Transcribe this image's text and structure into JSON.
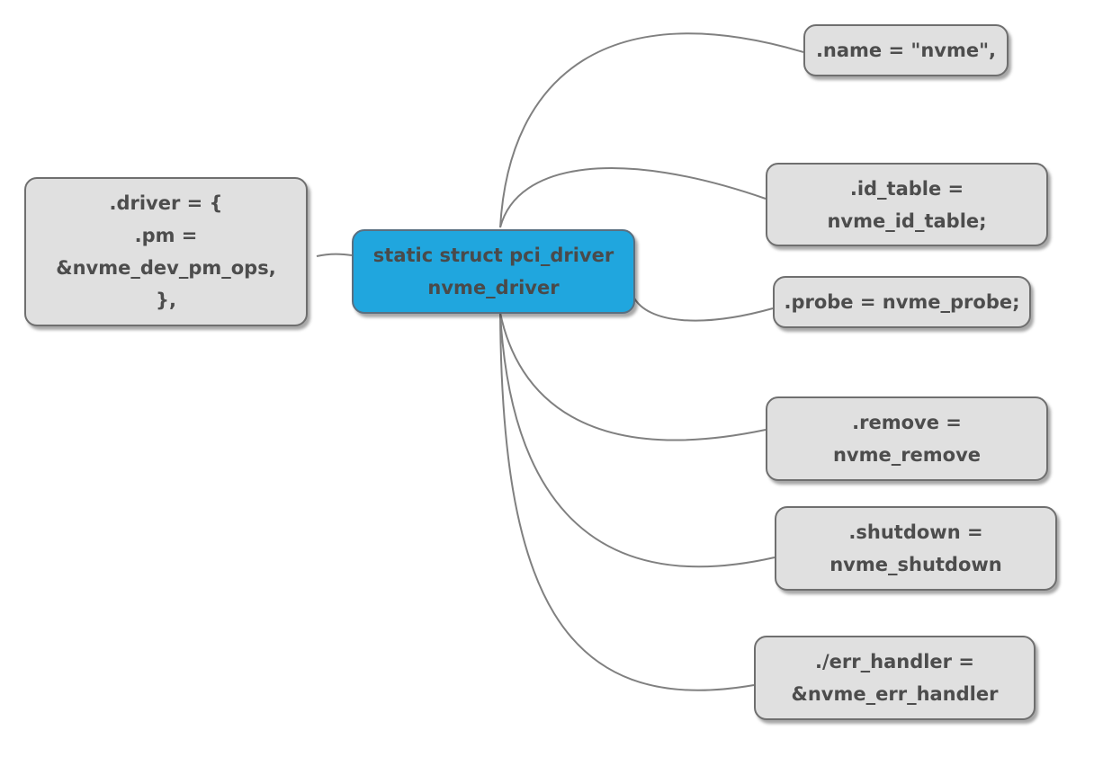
{
  "diagram": {
    "center": {
      "lines": [
        "static struct pci_driver",
        "nvme_driver"
      ],
      "color": "#20a6de"
    },
    "left": {
      "lines": [
        ".driver = {",
        ".pm =",
        "&nvme_dev_pm_ops,",
        "},"
      ]
    },
    "branches": [
      {
        "lines": [
          ".name = \"nvme\","
        ]
      },
      {
        "lines": [
          ".id_table =",
          "nvme_id_table;"
        ]
      },
      {
        "lines": [
          ".probe = nvme_probe;"
        ]
      },
      {
        "lines": [
          ".remove =",
          "nvme_remove"
        ]
      },
      {
        "lines": [
          ".shutdown =",
          "nvme_shutdown"
        ]
      },
      {
        "lines": [
          "./err_handler =",
          "&nvme_err_handler"
        ]
      }
    ],
    "node_color": "#e0e0e0",
    "border_color": "#6f6f6f",
    "connector_color": "#808080"
  }
}
